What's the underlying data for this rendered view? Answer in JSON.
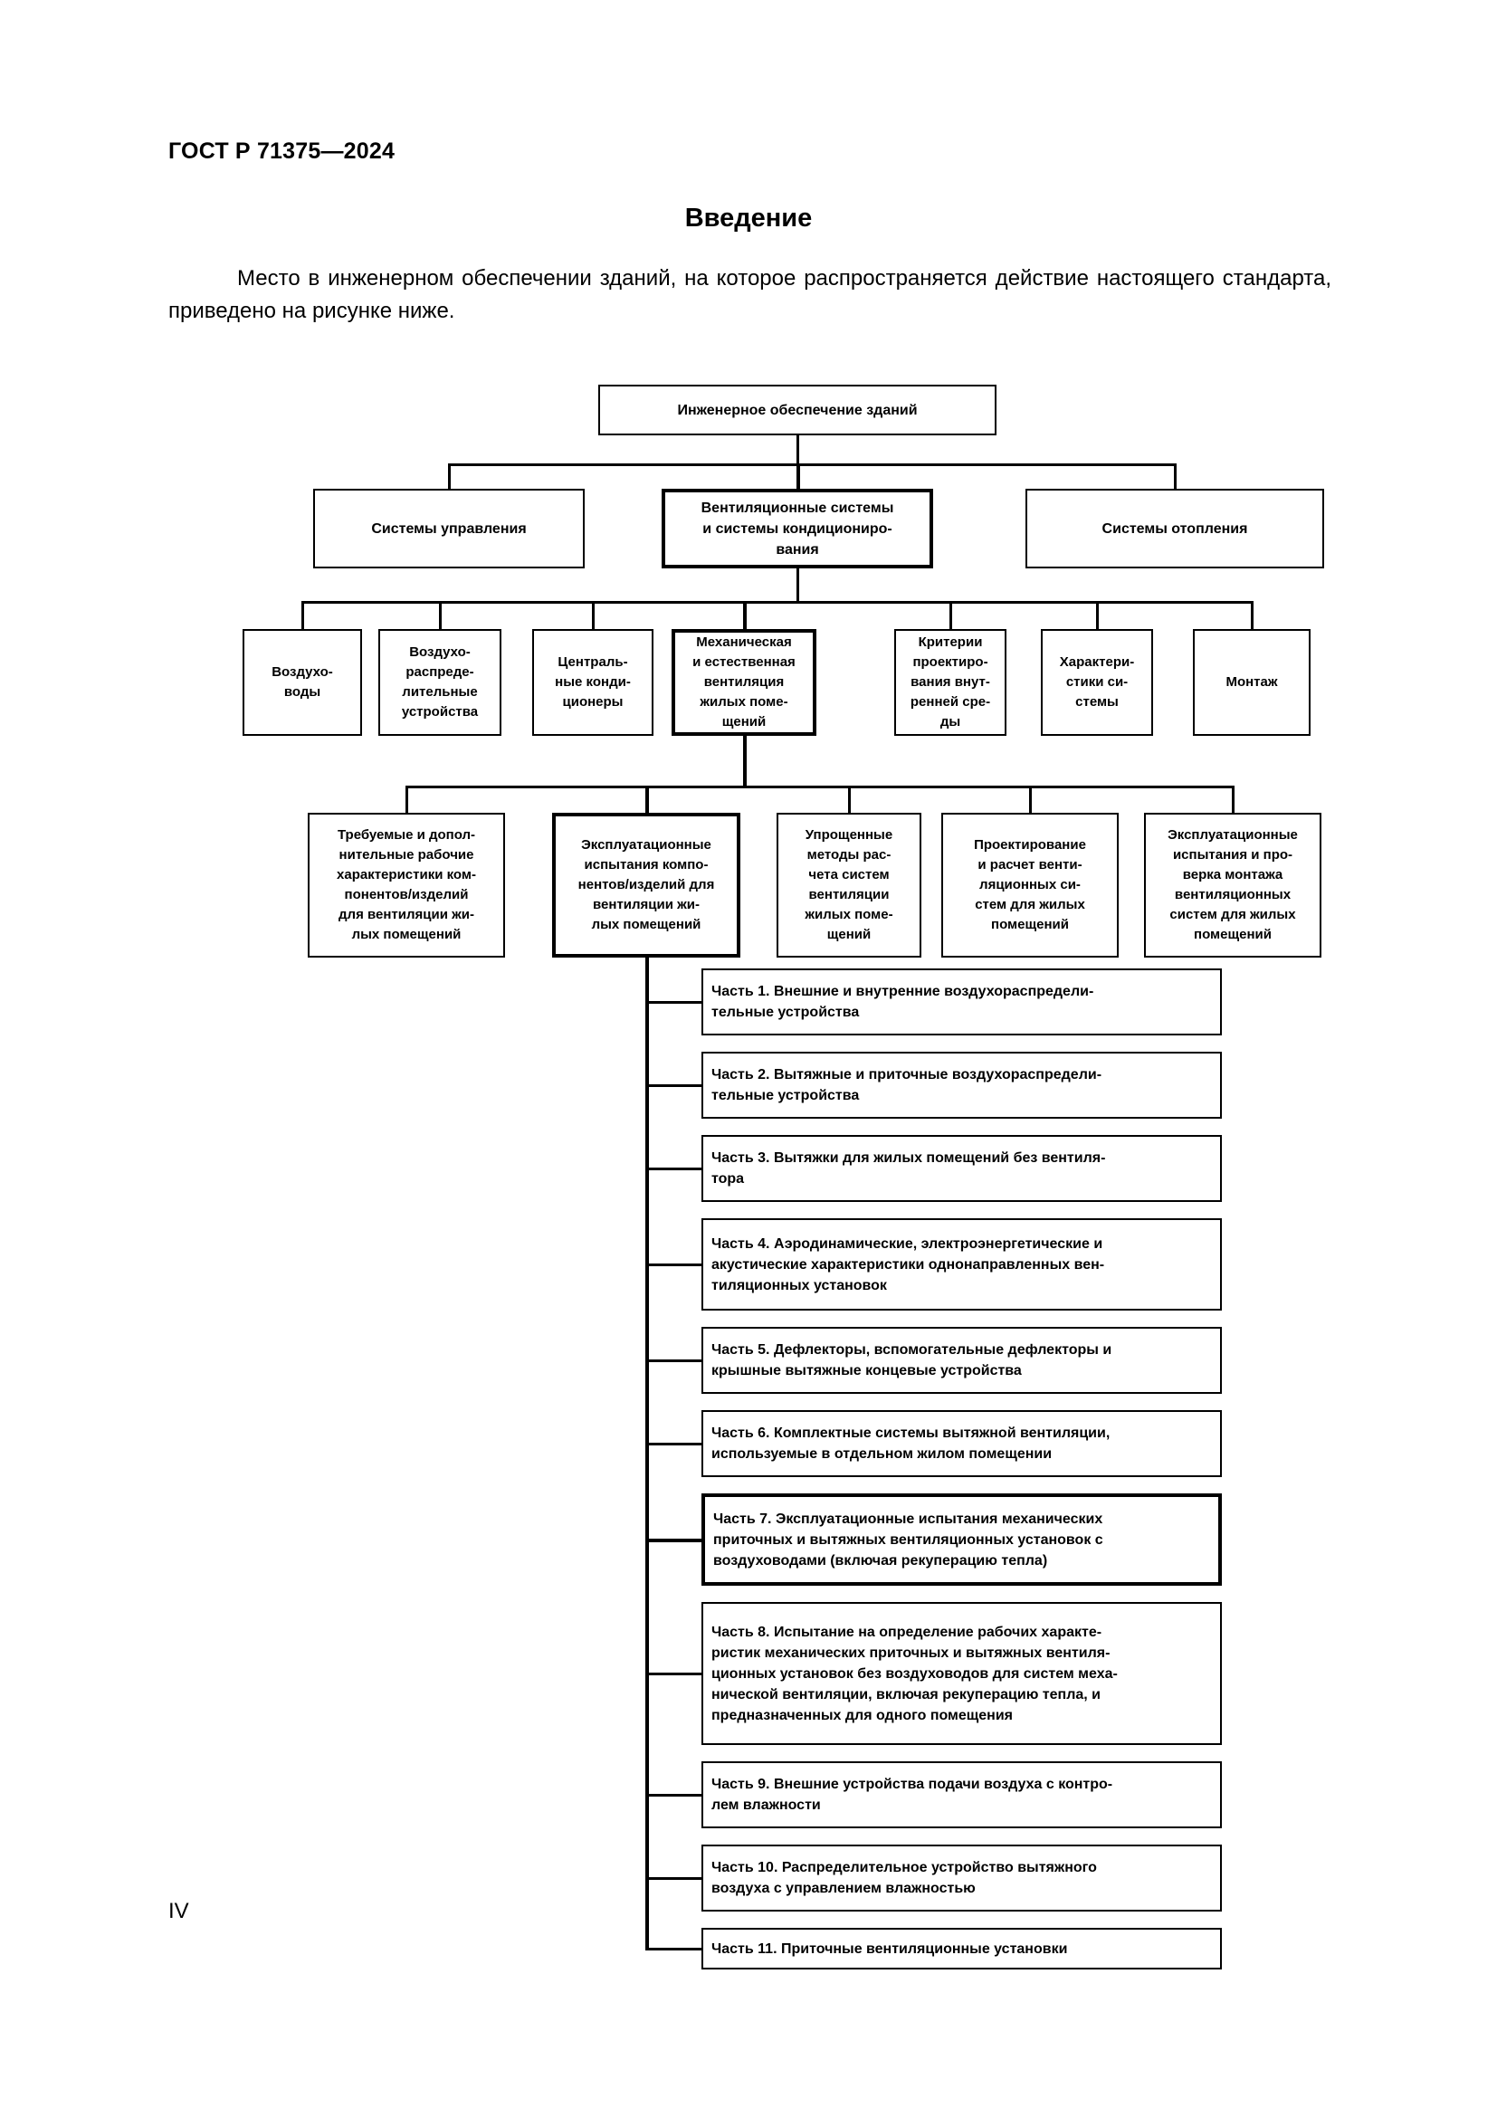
{
  "header": {
    "running_head": "ГОСТ Р 71375—2024"
  },
  "title": "Введение",
  "intro": "Место в инженерном обеспечении зданий, на которое распространяется действие настоящего стандарта, приведено на рисунке ниже.",
  "folio": "IV",
  "chart_data": {
    "type": "diagram",
    "title": "Инженерное обеспечение зданий",
    "levels": [
      {
        "name": "root",
        "nodes": [
          "Инженерное обеспечение зданий"
        ]
      },
      {
        "name": "level2",
        "nodes": [
          "Системы управления",
          "Вентиляционные системы и системы кондиционирования",
          "Системы отопления"
        ]
      },
      {
        "name": "level3",
        "nodes": [
          "Воздуховоды",
          "Воздухораспределительные устройства",
          "Центральные кондиционеры",
          "Механическая и естественная вентиляция жилых помещений",
          "Критерии проектирования внутренней среды",
          "Характеристики системы",
          "Монтаж"
        ]
      },
      {
        "name": "level4",
        "nodes": [
          "Требуемые и дополнительные рабочие характеристики компонентов/изделий для вентиляции жилых помещений",
          "Эксплуатационные испытания компонентов/изделий для вентиляции жилых помещений",
          "Упрощенные методы расчета систем вентиляции жилых помещений",
          "Проектирование и расчет вентиляционных систем для жилых помещений",
          "Эксплуатационные испытания и проверка монтажа вентиляционных систем для жилых помещений"
        ]
      }
    ],
    "highlighted": [
      "Вентиляционные системы и системы кондиционирования",
      "Механическая и естественная вентиляция жилых помещений",
      "Эксплуатационные испытания компонентов/изделий для вентиляции жилых помещений",
      "Часть 7"
    ]
  },
  "diagram": {
    "root": {
      "label": "Инженерное обеспечение зданий"
    },
    "level2": [
      {
        "label": "Системы управления",
        "highlight": false
      },
      {
        "label": "Вентиляционные системы\nи системы кондициониро-\nвания",
        "highlight": true
      },
      {
        "label": "Системы отопления",
        "highlight": false
      }
    ],
    "level3": [
      {
        "label": "Воздухо-\nводы",
        "highlight": false
      },
      {
        "label": "Воздухо-\nраспреде-\nлительные\nустройства",
        "highlight": false
      },
      {
        "label": "Централь-\nные конди-\nционеры",
        "highlight": false
      },
      {
        "label": "Механическая\nи естественная\nвентиляция\nжилых поме-\nщений",
        "highlight": true
      },
      {
        "label": "Критерии\nпроектиро-\nвания внут-\nренней сре-\nды",
        "highlight": false
      },
      {
        "label": "Характери-\nстики си-\nстемы",
        "highlight": false
      },
      {
        "label": "Монтаж",
        "highlight": false
      }
    ],
    "level4": [
      {
        "label": "Требуемые и допол-\nнительные рабочие\nхарактеристики ком-\nпонентов/изделий\nдля вентиляции жи-\nлых помещений",
        "highlight": false
      },
      {
        "label": "Эксплуатационные\nиспытания компо-\nнентов/изделий для\nвентиляции жи-\nлых помещений",
        "highlight": true
      },
      {
        "label": "Упрощенные\nметоды рас-\nчета систем\nвентиляции\nжилых поме-\nщений",
        "highlight": false
      },
      {
        "label": "Проектирование\nи расчет венти-\nляционных си-\nстем для жилых\nпомещений",
        "highlight": false
      },
      {
        "label": "Эксплуатационные\nиспытания и про-\nверка монтажа\nвентиляционных\nсистем для жилых\nпомещений",
        "highlight": false
      }
    ],
    "parts": [
      {
        "label": "Часть 1. Внешние и внутренние воздухораспредели-\nтельные устройства",
        "highlight": false
      },
      {
        "label": "Часть 2. Вытяжные и приточные воздухораспредели-\nтельные устройства",
        "highlight": false
      },
      {
        "label": "Часть 3. Вытяжки для жилых помещений без вентиля-\nтора",
        "highlight": false
      },
      {
        "label": "Часть 4. Аэродинамические, электроэнергетические и\nакустические характеристики однонаправленных вен-\nтиляционных установок",
        "highlight": false
      },
      {
        "label": "Часть 5. Дефлекторы, вспомогательные дефлекторы и\nкрышные вытяжные концевые устройства",
        "highlight": false
      },
      {
        "label": "Часть 6. Комплектные системы вытяжной вентиляции,\nиспользуемые в отдельном жилом помещении",
        "highlight": false
      },
      {
        "label": "Часть 7. Эксплуатационные испытания механических\nприточных и вытяжных вентиляционных установок с\nвоздуховодами (включая рекуперацию тепла)",
        "highlight": true
      },
      {
        "label": "Часть 8.  Испытание на определение рабочих характе-\nристик механических приточных и вытяжных вентиля-\nционных установок без воздуховодов для систем меха-\nнической вентиляции,  включая рекуперацию тепла, и\nпредназначенных для одного помещения",
        "highlight": false
      },
      {
        "label": "Часть 9. Внешние устройства подачи воздуха с контро-\nлем влажности",
        "highlight": false
      },
      {
        "label": "Часть 10. Распределительное устройство вытяжного\nвоздуха с управлением влажностью",
        "highlight": false
      },
      {
        "label": "Часть 11. Приточные вентиляционные установки",
        "highlight": false
      }
    ]
  }
}
